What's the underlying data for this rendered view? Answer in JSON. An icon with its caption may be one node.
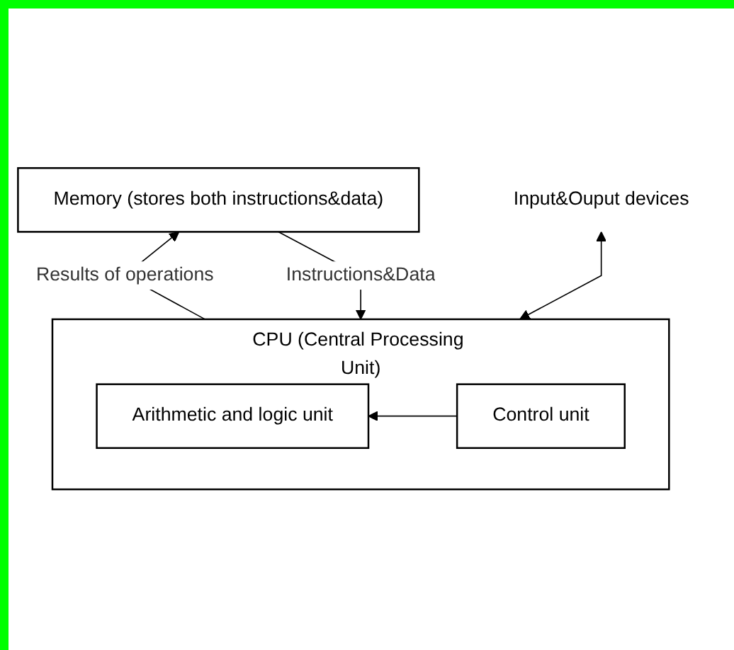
{
  "diagram": {
    "nodes": [
      {
        "text": [
          "Memory (stores both instructions&data)"
        ]
      },
      {
        "text": [
          "CPU (Central Processing Unit)"
        ]
      },
      {
        "text": [
          "Arithmetic and logic unit"
        ],
        "in": 1
      },
      {
        "text": [
          "Control unit"
        ],
        "in": 1
      },
      {
        "text": [
          "Input&Ouput devices"
        ]
      }
    ],
    "edges": [
      {
        "from": 1,
        "to": 0,
        "arrow": "to",
        "label": "Results of operations"
      },
      {
        "from": 0,
        "to": 1,
        "arrow": "to",
        "label": "Instructions&Data"
      },
      {
        "from": 3,
        "to": 2,
        "arrow": "to"
      },
      {
        "from": 1,
        "to": 4,
        "arrow": "both"
      }
    ]
  }
}
